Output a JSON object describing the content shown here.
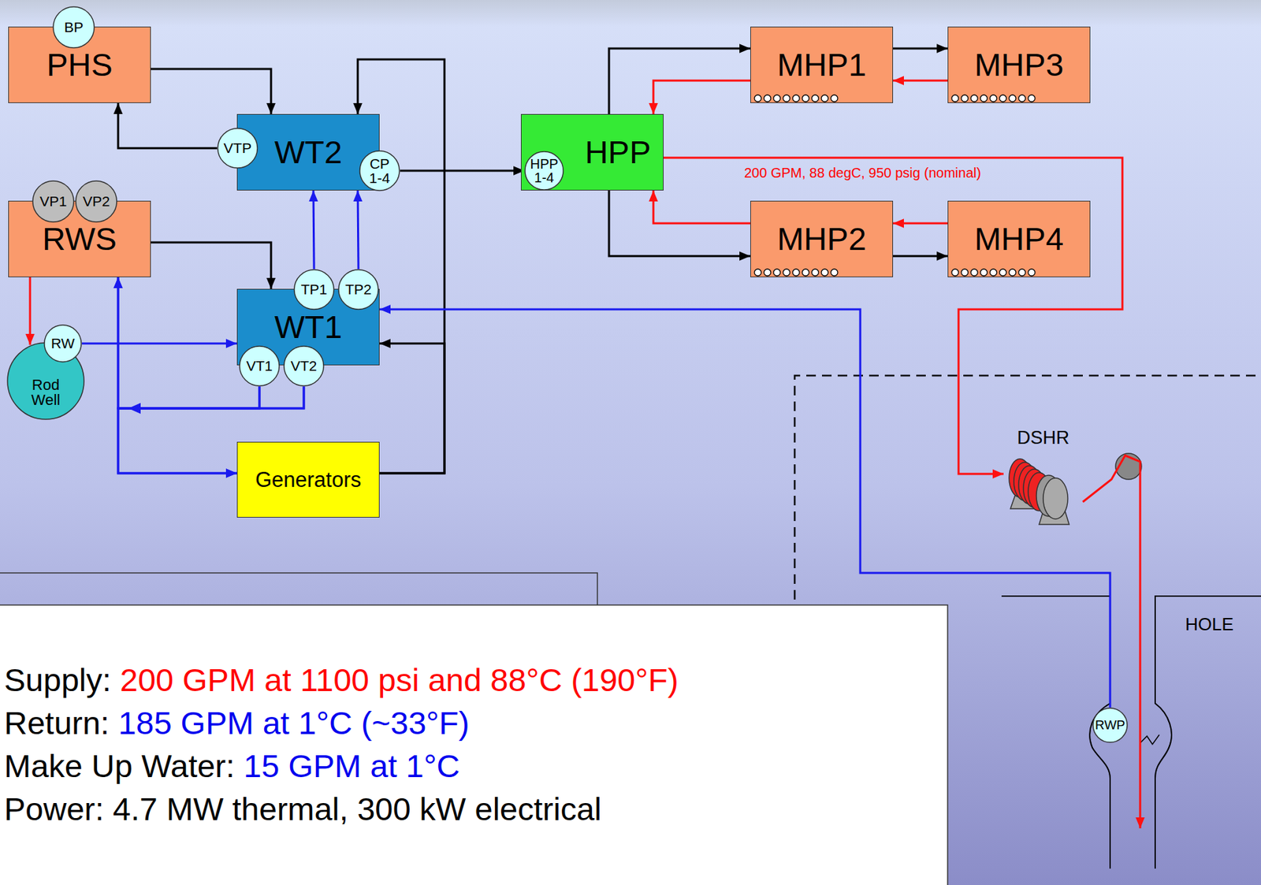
{
  "diagram": {
    "nodes": [
      {
        "text": [
          "PHS"
        ]
      },
      {
        "text": [
          "BP"
        ],
        "in": 0
      },
      {
        "text": [
          "WT2"
        ]
      },
      {
        "text": [
          "VTP"
        ],
        "in": 2
      },
      {
        "text": [
          "CP 1-4"
        ],
        "in": 2
      },
      {
        "text": [
          "HPP"
        ]
      },
      {
        "text": [
          "HPP 1-4"
        ],
        "in": 5
      },
      {
        "text": [
          "MHP1"
        ]
      },
      {
        "text": [
          "MHP3"
        ]
      },
      {
        "text": [
          "RWS"
        ]
      },
      {
        "text": [
          "VP1"
        ],
        "in": 9
      },
      {
        "text": [
          "VP2"
        ],
        "in": 9
      },
      {
        "text": [
          "MHP2"
        ]
      },
      {
        "text": [
          "MHP4"
        ]
      },
      {
        "text": [
          "WT1"
        ]
      },
      {
        "text": [
          "TP1"
        ],
        "in": 14
      },
      {
        "text": [
          "TP2"
        ],
        "in": 14
      },
      {
        "text": [
          "VT1"
        ],
        "in": 14
      },
      {
        "text": [
          "VT2"
        ],
        "in": 14
      },
      {
        "text": [
          "Rod Well"
        ]
      },
      {
        "text": [
          "RW"
        ],
        "in": 19
      },
      {
        "text": [
          "Generators"
        ]
      },
      {
        "text": [
          "DSHR"
        ]
      },
      {
        "text": [
          "HOLE"
        ]
      },
      {
        "text": [
          "RWP"
        ],
        "in": 23
      }
    ],
    "edges": [
      {
        "from": 0,
        "to": 2,
        "arrow": "to"
      },
      {
        "from": 3,
        "to": 0,
        "arrow": "to"
      },
      {
        "from": 21,
        "to": 2,
        "arrow": "to"
      },
      {
        "from": 21,
        "to": 14,
        "arrow": "to"
      },
      {
        "from": 4,
        "to": 6,
        "arrow": "to"
      },
      {
        "from": 5,
        "to": 7,
        "arrow": "to"
      },
      {
        "from": 5,
        "to": 12,
        "arrow": "to"
      },
      {
        "from": 7,
        "to": 8,
        "arrow": "to"
      },
      {
        "from": 8,
        "to": 7,
        "arrow": "to"
      },
      {
        "from": 12,
        "to": 13,
        "arrow": "to"
      },
      {
        "from": 13,
        "to": 12,
        "arrow": "to"
      },
      {
        "from": 7,
        "to": 5,
        "arrow": "to"
      },
      {
        "from": 12,
        "to": 5,
        "arrow": "to"
      },
      {
        "from": 5,
        "to": 22,
        "arrow": "to",
        "label": "200 GPM, 88 degC, 950 psig (nominal)"
      },
      {
        "from": 22,
        "to": 23,
        "arrow": "to"
      },
      {
        "from": 9,
        "to": 14,
        "arrow": "to"
      },
      {
        "from": 9,
        "to": 19,
        "arrow": "to"
      },
      {
        "from": 20,
        "to": 14,
        "arrow": "to"
      },
      {
        "from": 15,
        "to": 2,
        "arrow": "to"
      },
      {
        "from": 16,
        "to": 2,
        "arrow": "to"
      },
      {
        "from": 17,
        "to": 9,
        "arrow": "to"
      },
      {
        "from": 17,
        "to": 21,
        "arrow": "to"
      },
      {
        "from": 18,
        "to": 9,
        "arrow": "to"
      },
      {
        "from": 18,
        "to": 21,
        "arrow": "to"
      },
      {
        "from": 24,
        "to": 14,
        "arrow": "to"
      },
      {
        "from": 6,
        "to": 5,
        "arrow": "to"
      }
    ],
    "labels": [
      "Supply:",
      "200 GPM at 1100 psi and 88°C (190°F)",
      "Return:",
      "185 GPM at 1°C (~33°F)",
      "Make Up Water:",
      "15 GPM at 1°C",
      "Power: 4.7 MW thermal, 300 kW electrical"
    ]
  }
}
